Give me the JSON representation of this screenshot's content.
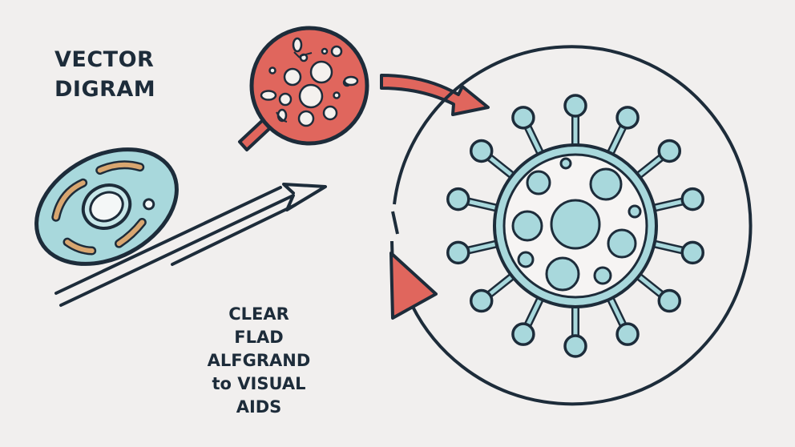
{
  "title": {
    "line1": "VECTOR",
    "line2": "DIGRAM"
  },
  "caption": {
    "lines": [
      "CLEAR",
      "FLAD",
      "ALFGRAND",
      "to VISUAL",
      "AIDS"
    ]
  },
  "colors": {
    "background": "#f1efee",
    "outline": "#1d2c3a",
    "teal_fill": "#a8d8dc",
    "teal_stroke": "#64b4bd",
    "coral": "#e0665d",
    "tan": "#d8a670"
  },
  "icons": [
    "animal-cell-icon",
    "magnifier-bacteria-icon",
    "arrow-icon",
    "virus-icon"
  ]
}
